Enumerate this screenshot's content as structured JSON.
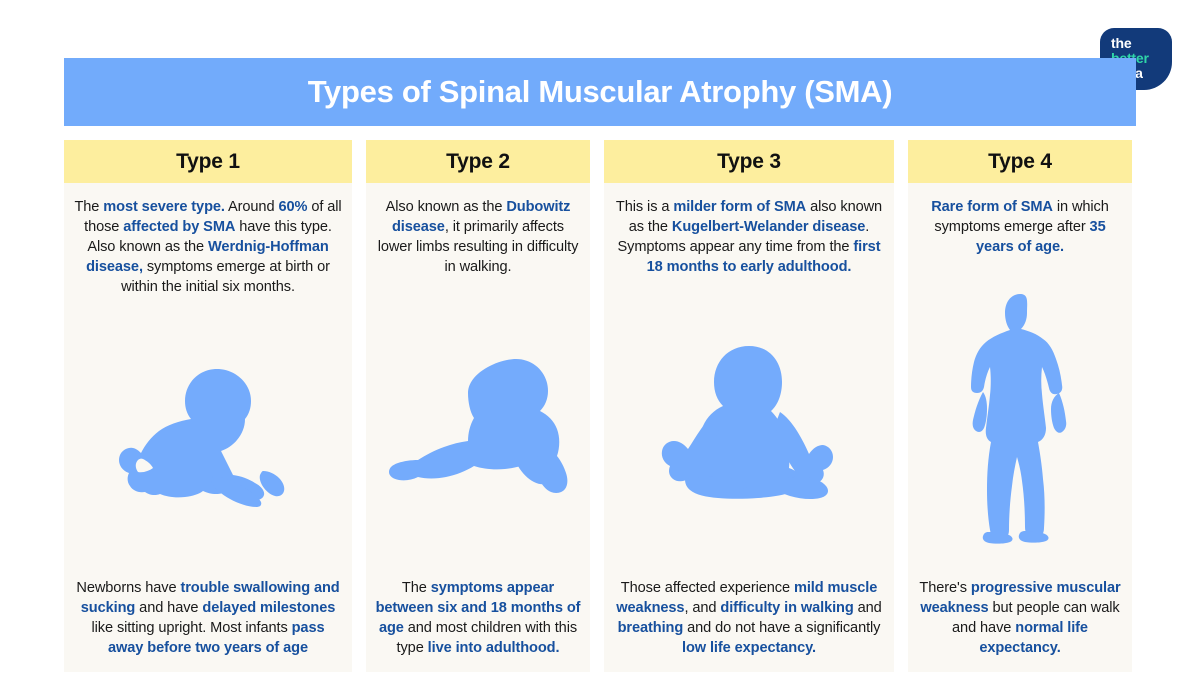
{
  "logo": {
    "name": "the-better-india-logo",
    "line1": "the",
    "line2": "better",
    "line3": "india",
    "blob_color": "#123a7a",
    "line2_color": "#2fd6a8"
  },
  "header": {
    "title": "Types of Spinal Muscular Atrophy (SMA)",
    "band_color": "#72abfb",
    "title_color": "#ffffff"
  },
  "palette": {
    "card_background": "#faf8f3",
    "column_header": "#fdee9e",
    "silhouette": "#74abfc",
    "bold_text": "#17509e",
    "body_text": "#1a1a1a",
    "page_background": "#ffffff"
  },
  "columns": [
    {
      "id": "type-1",
      "heading": "Type 1",
      "illustration": "crawling-baby-facing-right-silhouette",
      "top_text_plain": "The most severe type. Around 60% of all those affected by SMA have this type. Also known as the Werdnig-Hoffman disease, symptoms emerge at birth or within the initial six months.",
      "top_text_runs": [
        {
          "t": "The ",
          "b": false
        },
        {
          "t": "most severe type.",
          "b": true
        },
        {
          "t": " Around ",
          "b": false
        },
        {
          "t": "60%",
          "b": true
        },
        {
          "t": " of all those ",
          "b": false
        },
        {
          "t": "affected by SMA",
          "b": true
        },
        {
          "t": " have this type. Also known as the ",
          "b": false
        },
        {
          "t": "Werdnig-Hoffman disease,",
          "b": true
        },
        {
          "t": " symptoms emerge at birth or within the initial six months.",
          "b": false
        }
      ],
      "bottom_text_plain": "Newborns have trouble swallowing and sucking and have delayed milestones like sitting upright. Most infants pass away before two years of age",
      "bottom_text_runs": [
        {
          "t": "Newborns have ",
          "b": false
        },
        {
          "t": "trouble swallowing and sucking",
          "b": true
        },
        {
          "t": " and have ",
          "b": false
        },
        {
          "t": "delayed milestones",
          "b": true
        },
        {
          "t": " like sitting upright. Most infants ",
          "b": false
        },
        {
          "t": "pass away before two years of age",
          "b": true
        }
      ]
    },
    {
      "id": "type-2",
      "heading": "Type 2",
      "illustration": "crawling-baby-facing-left-silhouette",
      "top_text_plain": "Also known as the Dubowitz disease, it primarily affects lower limbs resulting in difficulty in walking.",
      "top_text_runs": [
        {
          "t": "Also known as the ",
          "b": false
        },
        {
          "t": "Dubowitz disease",
          "b": true
        },
        {
          "t": ", it primarily affects lower limbs resulting in difficulty in walking.",
          "b": false
        }
      ],
      "bottom_text_plain": "The symptoms appear between six and 18 months of age and most children with this type live into adulthood.",
      "bottom_text_runs": [
        {
          "t": "The ",
          "b": false
        },
        {
          "t": "symptoms appear between six and 18 months of age",
          "b": true
        },
        {
          "t": " and most children with this type ",
          "b": false
        },
        {
          "t": "live into adulthood.",
          "b": true
        }
      ]
    },
    {
      "id": "type-3",
      "heading": "Type 3",
      "illustration": "sitting-baby-arms-raised-silhouette",
      "top_text_plain": "This is a milder form of SMA also known as the Kugelbert-Welander disease. Symptoms appear any time from the first 18 months to early adulthood.",
      "top_text_runs": [
        {
          "t": "This is a ",
          "b": false
        },
        {
          "t": "milder form of SMA",
          "b": true
        },
        {
          "t": " also known as the ",
          "b": false
        },
        {
          "t": "Kugelbert-Welander disease",
          "b": true
        },
        {
          "t": ". Symptoms appear any time from the ",
          "b": false
        },
        {
          "t": "first 18 months to early adulthood.",
          "b": true
        }
      ],
      "bottom_text_plain": "Those affected experience mild muscle weakness, and difficulty in walking and breathing and do not have a significantly low life expectancy.",
      "bottom_text_runs": [
        {
          "t": "Those affected experience ",
          "b": false
        },
        {
          "t": "mild muscle weakness",
          "b": true
        },
        {
          "t": ", and ",
          "b": false
        },
        {
          "t": "difficulty in walking",
          "b": true
        },
        {
          "t": " and ",
          "b": false
        },
        {
          "t": "breathing",
          "b": true
        },
        {
          "t": " and do not have a significantly ",
          "b": false
        },
        {
          "t": "low life expectancy.",
          "b": true
        }
      ]
    },
    {
      "id": "type-4",
      "heading": "Type 4",
      "illustration": "standing-adult-silhouette",
      "top_text_plain": "Rare form of SMA in which symptoms emerge after 35 years of age.",
      "top_text_runs": [
        {
          "t": "Rare form of SMA",
          "b": true
        },
        {
          "t": " in which symptoms emerge after ",
          "b": false
        },
        {
          "t": "35 years of age.",
          "b": true
        }
      ],
      "bottom_text_plain": "There's progressive muscular weakness but people can walk and have normal life expectancy.",
      "bottom_text_runs": [
        {
          "t": "There's ",
          "b": false
        },
        {
          "t": "progressive muscular weakness",
          "b": true
        },
        {
          "t": " but people can walk and have ",
          "b": false
        },
        {
          "t": "normal life expectancy.",
          "b": true
        }
      ]
    }
  ]
}
